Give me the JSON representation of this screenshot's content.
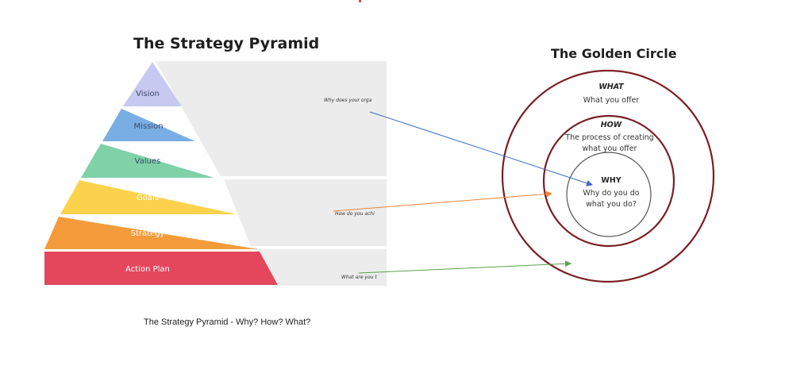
{
  "pyramid": {
    "title": "The Strategy Pyramid",
    "caption": "The Strategy Pyramid - Why? How? What?",
    "tiers": [
      {
        "label": "Vision",
        "color": "#c7c9f1"
      },
      {
        "label": "Mission",
        "color": "#79aee4"
      },
      {
        "label": "Values",
        "color": "#7fd1a8"
      },
      {
        "label": "Goals",
        "color": "#fbd24b"
      },
      {
        "label": "Strategy",
        "color": "#f39a3a"
      },
      {
        "label": "Action Plan",
        "color": "#e4465c"
      }
    ],
    "side_questions": [
      "Why does your orga",
      "How do you achi",
      "What are you t"
    ]
  },
  "golden_circle": {
    "title": "The Golden Circle",
    "what": {
      "head": "WHAT",
      "line1": "What you offer"
    },
    "how": {
      "head": "HOW",
      "line1": "The process of creating",
      "line2": "what you offer"
    },
    "why": {
      "head": "WHY",
      "line1": "Why do you do",
      "line2": "what you do?"
    },
    "ring_color": "#7a1f24"
  },
  "arrows": {
    "blue": "#3a6bc4",
    "orange": "#e8853a",
    "green": "#59a34a"
  }
}
